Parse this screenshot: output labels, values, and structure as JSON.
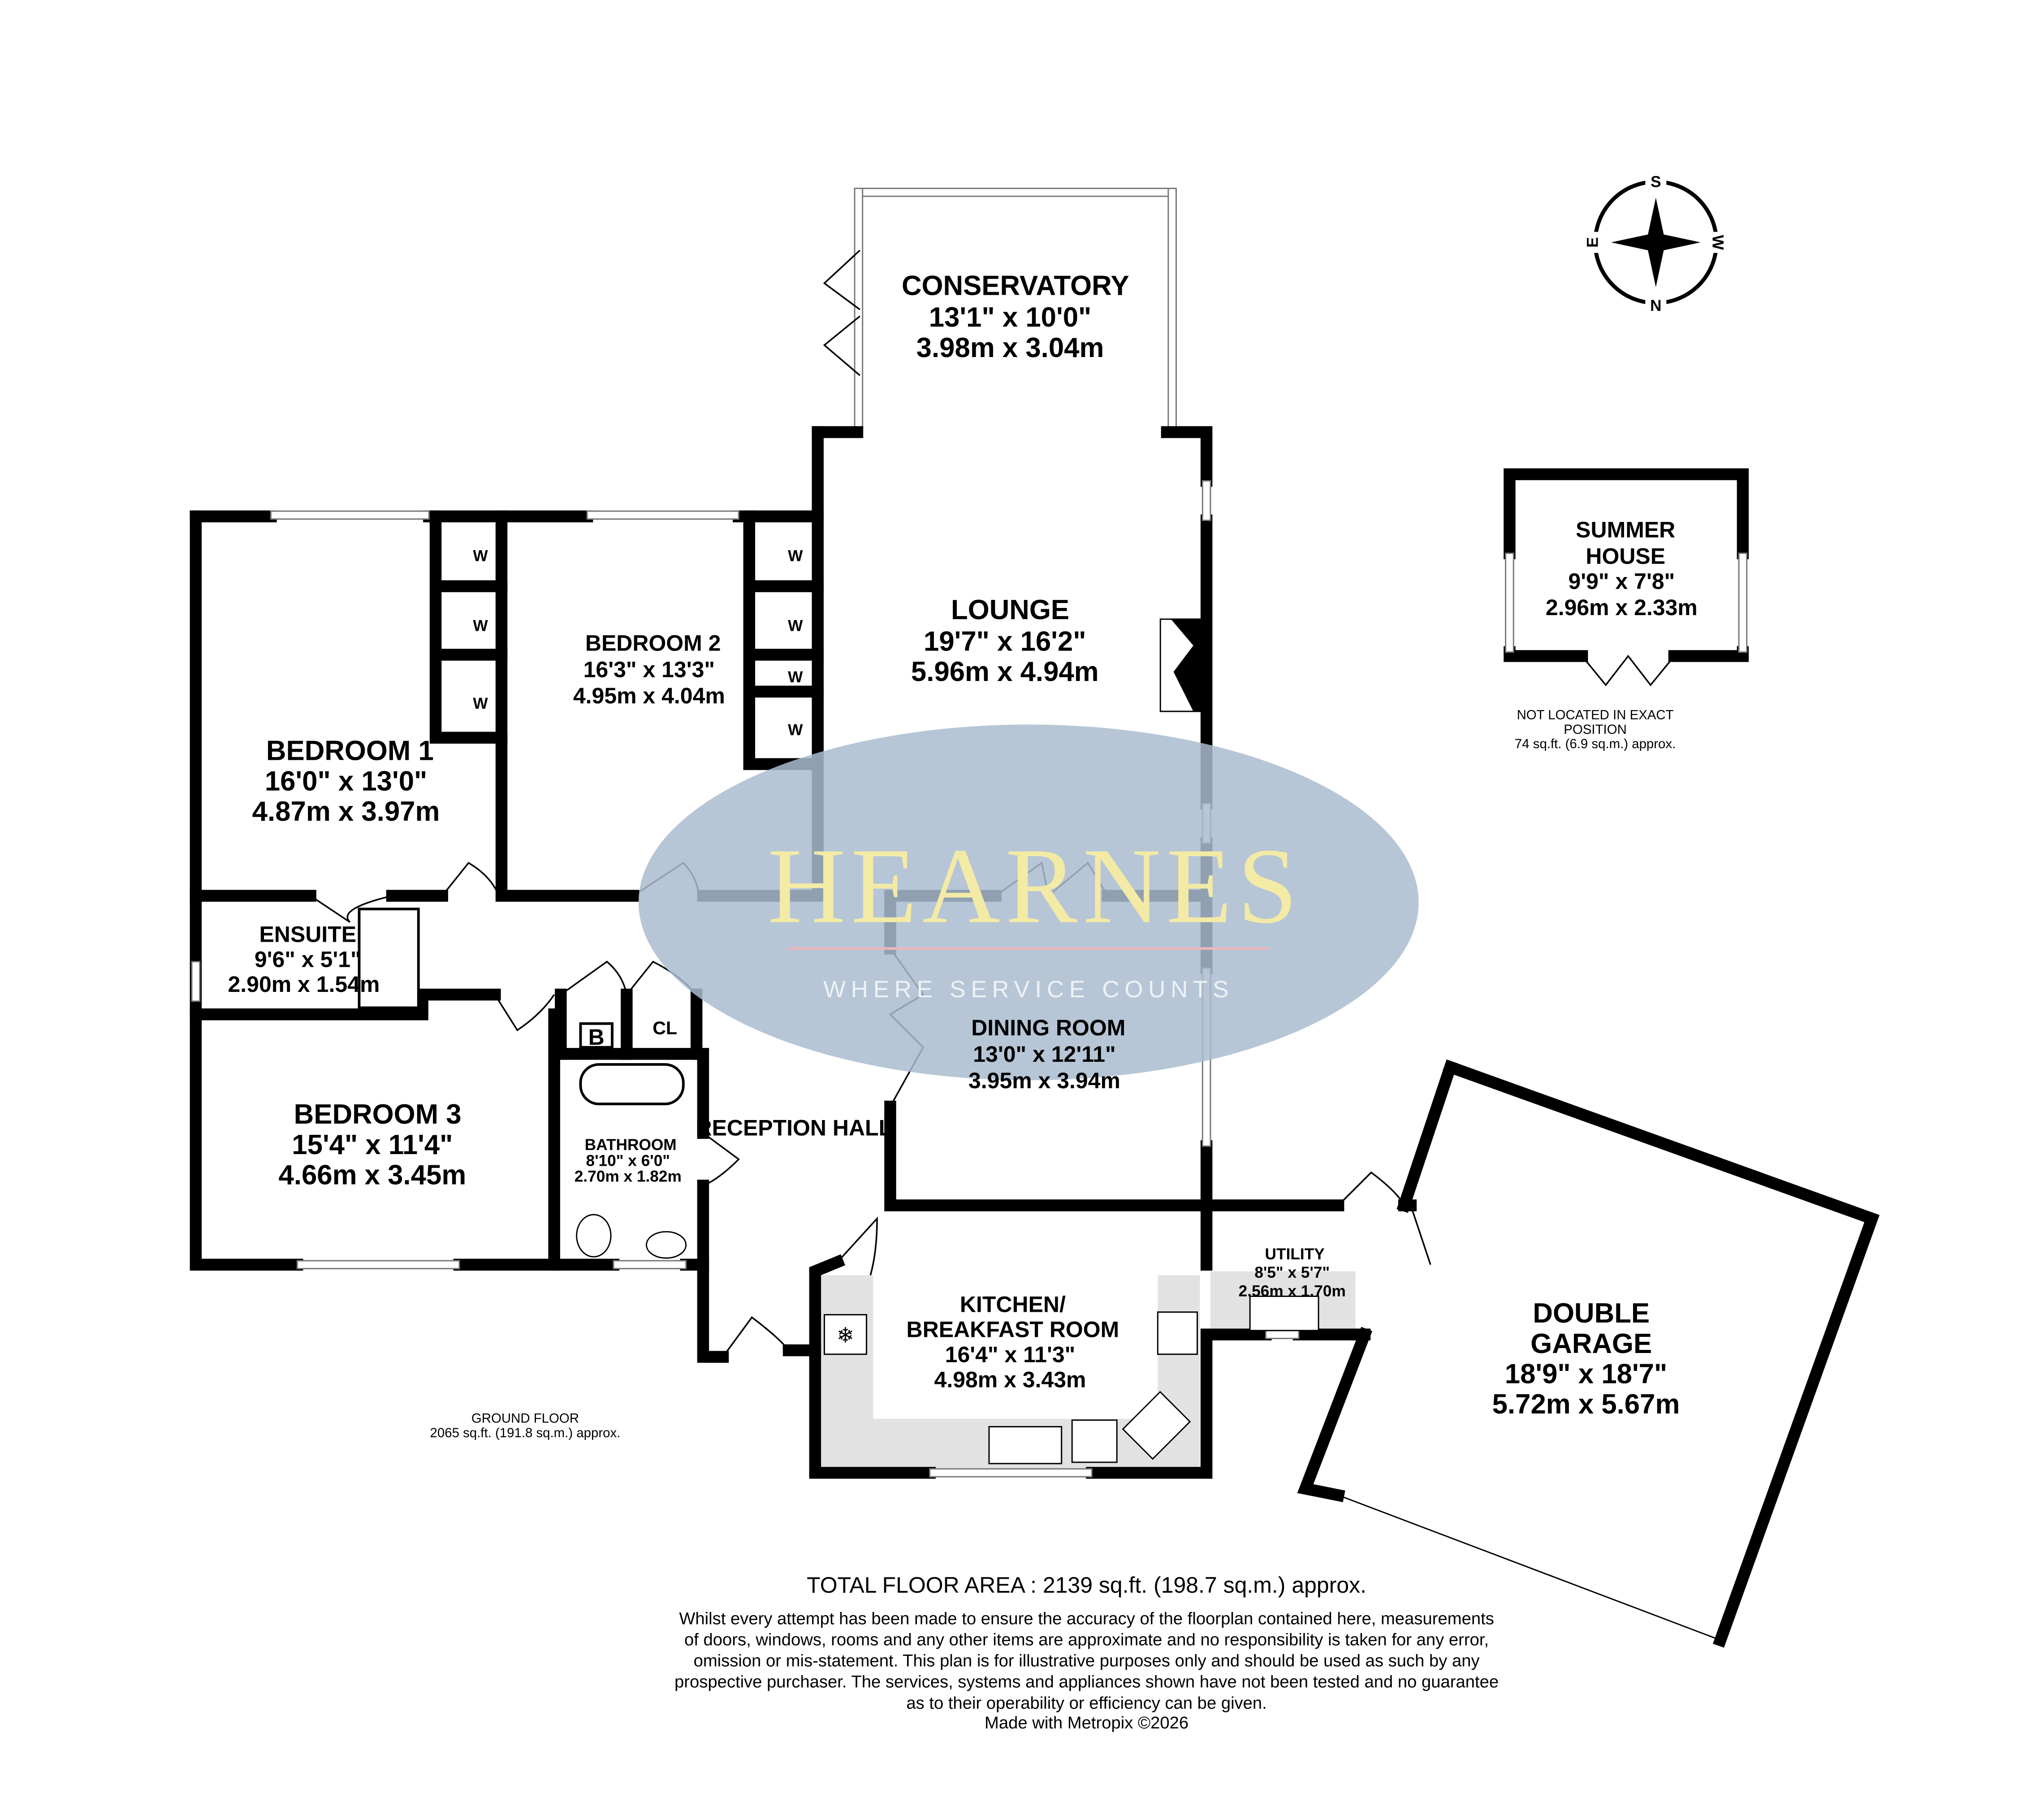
{
  "rooms": {
    "conservatory": {
      "name": "CONSERVATORY",
      "imperial": "13'1\"  x 10'0\"",
      "metric": "3.98m  x 3.04m"
    },
    "lounge": {
      "name": "LOUNGE",
      "imperial": "19'7\"  x 16'2\"",
      "metric": "5.96m  x 4.94m"
    },
    "bedroom1": {
      "name": "BEDROOM 1",
      "imperial": "16'0\"  x 13'0\"",
      "metric": "4.87m  x 3.97m"
    },
    "bedroom2": {
      "name": "BEDROOM 2",
      "imperial": "16'3\"  x 13'3\"",
      "metric": "4.95m  x 4.04m"
    },
    "ensuite": {
      "name": "ENSUITE",
      "imperial": "9'6\"  x 5'1\"",
      "metric": "2.90m  x 1.54m"
    },
    "bedroom3": {
      "name": "BEDROOM 3",
      "imperial": "15'4\"  x 11'4\"",
      "metric": "4.66m  x 3.45m"
    },
    "bathroom": {
      "name": "BATHROOM",
      "imperial": "8'10\"  x 6'0\"",
      "metric": "2.70m  x 1.82m"
    },
    "reception": {
      "name": "RECEPTION HALL"
    },
    "dining": {
      "name": "DINING ROOM",
      "imperial": "13'0\"  x 12'11\"",
      "metric": "3.95m  x 3.94m"
    },
    "kitchen": {
      "name1": "KITCHEN/",
      "name2": "BREAKFAST ROOM",
      "imperial": "16'4\"  x 11'3\"",
      "metric": "4.98m  x 3.43m"
    },
    "utility": {
      "name": "UTILITY",
      "imperial": "8'5\"  x 5'7\"",
      "metric": "2.56m  x 1.70m"
    },
    "garage": {
      "name1": "DOUBLE",
      "name2": "GARAGE",
      "imperial": "18'9\"  x 18'7\"",
      "metric": "5.72m  x 5.67m"
    },
    "summerhouse": {
      "name1": "SUMMER",
      "name2": "HOUSE",
      "imperial": "9'9\"  x 7'8\"",
      "metric": "2.96m  x 2.33m"
    }
  },
  "labels": {
    "wardrobe": "W",
    "boiler": "B",
    "cupboard": "CL"
  },
  "compass": {
    "s": "S",
    "w": "W",
    "n": "N",
    "e": "E"
  },
  "summerhouse_note": {
    "line1": "NOT LOCATED IN EXACT",
    "line2": "POSITION",
    "area": "74 sq.ft. (6.9 sq.m.) approx."
  },
  "ground_floor": {
    "label": "GROUND FLOOR",
    "area": "2065 sq.ft. (191.8 sq.m.) approx."
  },
  "watermark": {
    "brand": "HEARNES",
    "tagline": "WHERE SERVICE COUNTS"
  },
  "total_area": "TOTAL FLOOR AREA : 2139 sq.ft. (198.7 sq.m.) approx.",
  "disclaimer": [
    "Whilst every attempt has been made to ensure the accuracy of the floorplan contained here, measurements",
    "of doors, windows, rooms and any other items are approximate and no responsibility is taken for any error,",
    "omission or mis-statement. This plan is for illustrative purposes only and should be used as such by any",
    "prospective purchaser. The services, systems and appliances shown have not been tested and no guarantee",
    "as to their operability or efficiency can be given."
  ],
  "credit": "Made with Metropix ©2026",
  "colors": {
    "watermark_ellipse": "#a9bccf",
    "brand_text": "#f3eaa6",
    "fitting_fill": "#e2e2e2"
  }
}
